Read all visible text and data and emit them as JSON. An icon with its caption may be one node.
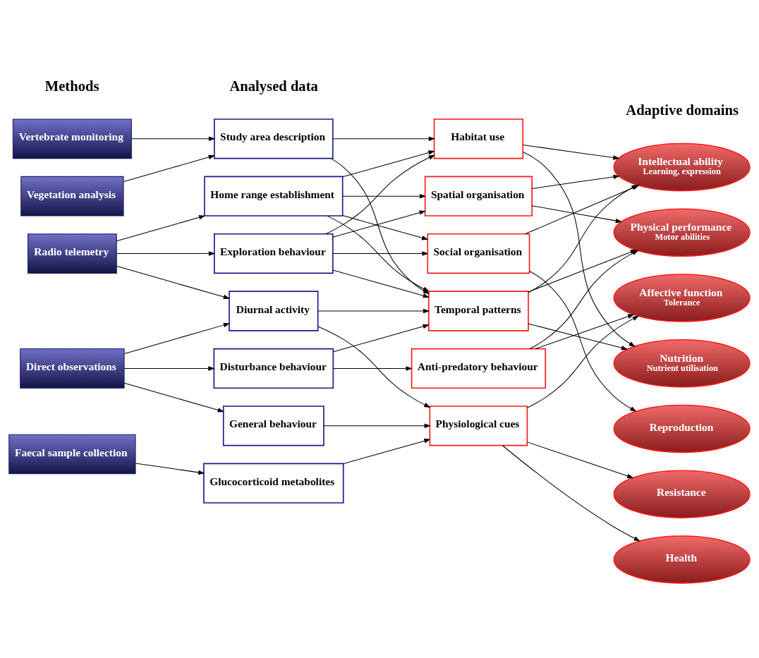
{
  "diagram": {
    "nodes": [
      {
        "text": [
          "Vertebrate monitoring"
        ]
      },
      {
        "text": [
          "Vegetation analysis"
        ]
      },
      {
        "text": [
          "Radio telemetry"
        ]
      },
      {
        "text": [
          "Direct observations"
        ]
      },
      {
        "text": [
          "Faecal sample collection"
        ]
      },
      {
        "text": [
          "Study area description"
        ]
      },
      {
        "text": [
          "Home range establishment"
        ]
      },
      {
        "text": [
          "Exploration behaviour"
        ]
      },
      {
        "text": [
          "Diurnal activity"
        ]
      },
      {
        "text": [
          "Disturbance behaviour"
        ]
      },
      {
        "text": [
          "General behaviour"
        ]
      },
      {
        "text": [
          "Glucocorticoid metabolites"
        ]
      },
      {
        "text": [
          "Habitat use"
        ]
      },
      {
        "text": [
          "Spatial organisation"
        ]
      },
      {
        "text": [
          "Social organisation"
        ]
      },
      {
        "text": [
          "Temporal patterns"
        ]
      },
      {
        "text": [
          "Anti-predatory behaviour"
        ]
      },
      {
        "text": [
          "Physiological cues"
        ]
      },
      {
        "text": [
          "Intellectual ability",
          "Learning, expression"
        ]
      },
      {
        "text": [
          "Physical performance",
          "Motor abilities"
        ]
      },
      {
        "text": [
          "Affective function",
          "Tolerance"
        ]
      },
      {
        "text": [
          "Nutrition",
          "Nutrient utilisation"
        ]
      },
      {
        "text": [
          "Reproduction"
        ]
      },
      {
        "text": [
          "Resistance"
        ]
      },
      {
        "text": [
          "Health"
        ]
      }
    ],
    "edges": [
      {
        "from": 0,
        "to": 5,
        "arrow": "to"
      },
      {
        "from": 1,
        "to": 5,
        "arrow": "to"
      },
      {
        "from": 2,
        "to": 6,
        "arrow": "to"
      },
      {
        "from": 2,
        "to": 7,
        "arrow": "to"
      },
      {
        "from": 2,
        "to": 8,
        "arrow": "to"
      },
      {
        "from": 3,
        "to": 8,
        "arrow": "to"
      },
      {
        "from": 3,
        "to": 9,
        "arrow": "to"
      },
      {
        "from": 3,
        "to": 10,
        "arrow": "to"
      },
      {
        "from": 4,
        "to": 11,
        "arrow": "to"
      },
      {
        "from": 5,
        "to": 12,
        "arrow": "to"
      },
      {
        "from": 5,
        "to": 15,
        "arrow": "to"
      },
      {
        "from": 6,
        "to": 12,
        "arrow": "to"
      },
      {
        "from": 6,
        "to": 13,
        "arrow": "to"
      },
      {
        "from": 6,
        "to": 14,
        "arrow": "to"
      },
      {
        "from": 6,
        "to": 15,
        "arrow": "to"
      },
      {
        "from": 7,
        "to": 12,
        "arrow": "to"
      },
      {
        "from": 7,
        "to": 13,
        "arrow": "to"
      },
      {
        "from": 7,
        "to": 14,
        "arrow": "to"
      },
      {
        "from": 7,
        "to": 15,
        "arrow": "to"
      },
      {
        "from": 8,
        "to": 15,
        "arrow": "to"
      },
      {
        "from": 8,
        "to": 17,
        "arrow": "to"
      },
      {
        "from": 9,
        "to": 15,
        "arrow": "to"
      },
      {
        "from": 9,
        "to": 16,
        "arrow": "to"
      },
      {
        "from": 10,
        "to": 17,
        "arrow": "to"
      },
      {
        "from": 11,
        "to": 17,
        "arrow": "to"
      },
      {
        "from": 12,
        "to": 18,
        "arrow": "to"
      },
      {
        "from": 12,
        "to": 21,
        "arrow": "to"
      },
      {
        "from": 13,
        "to": 18,
        "arrow": "to"
      },
      {
        "from": 13,
        "to": 19,
        "arrow": "to"
      },
      {
        "from": 14,
        "to": 18,
        "arrow": "to"
      },
      {
        "from": 14,
        "to": 22,
        "arrow": "to"
      },
      {
        "from": 15,
        "to": 18,
        "arrow": "to"
      },
      {
        "from": 15,
        "to": 19,
        "arrow": "to"
      },
      {
        "from": 15,
        "to": 21,
        "arrow": "to"
      },
      {
        "from": 16,
        "to": 19,
        "arrow": "to"
      },
      {
        "from": 16,
        "to": 20,
        "arrow": "to"
      },
      {
        "from": 17,
        "to": 20,
        "arrow": "to"
      },
      {
        "from": 17,
        "to": 23,
        "arrow": "to"
      },
      {
        "from": 17,
        "to": 24,
        "arrow": "to"
      }
    ],
    "labels": [
      "Methods",
      "Analysed data",
      "Adaptive domains"
    ]
  }
}
